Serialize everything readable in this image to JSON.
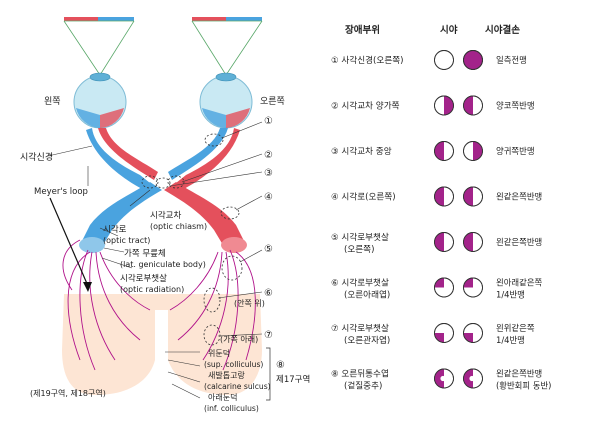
{
  "colors": {
    "left_path": "#4aa3df",
    "right_path": "#e4505c",
    "radiation": "#b0128a",
    "cortex": "#fde5d4",
    "blind": "#a3238a"
  },
  "left_diagram": {
    "eye_left_label": "왼쪽",
    "eye_right_label": "오른쪽",
    "optic_nerve": "시각신경",
    "meyers_loop": "Meyer's loop",
    "optic_tract_kr": "시각로",
    "optic_tract_en": "(optic tract)",
    "chiasm_kr": "시각교차",
    "chiasm_en": "(optic chiasm)",
    "lgb_kr": "가쪽 무릎체",
    "lgb_en": "(lat. geniculate body)",
    "radiation_kr": "시각로부챗살",
    "radiation_en": "(optic radiation)",
    "upper_bank": "(안쪽 위)",
    "lower_bank": "(가쪽 아래)",
    "cuneus_kr": "위둔덕",
    "cuneus_en": "(sup. colliculus)",
    "calcarine_kr": "새발톱고랑",
    "calcarine_en": "(calcarine sulcus)",
    "lingual_kr": "아래둔덕",
    "lingual_en": "(inf. colliculus)",
    "area17": "제17구역",
    "area17_num": "⑧",
    "area1918": "(제19구역, 제18구역)",
    "lesion_markers": [
      "①",
      "②",
      "③",
      "④",
      "⑤",
      "⑥",
      "⑦"
    ]
  },
  "table": {
    "header_site": "장애부위",
    "header_field": "시야",
    "header_defect": "시야결손",
    "rows": [
      {
        "site": "① 사각신경(오른쪽)",
        "site2": "",
        "left": "none",
        "right": "full",
        "defect": "일측전맹",
        "defect2": ""
      },
      {
        "site": "② 시각교차 양가쪽",
        "site2": "",
        "left": "right-half",
        "right": "left-half",
        "defect": "양코쪽반맹",
        "defect2": ""
      },
      {
        "site": "③ 시각교차 중앙",
        "site2": "",
        "left": "left-half",
        "right": "right-half",
        "defect": "양귀쪽반맹",
        "defect2": ""
      },
      {
        "site": "④ 시각로(오른쪽)",
        "site2": "",
        "left": "left-half",
        "right": "left-half",
        "defect": "왼같은쪽반맹",
        "defect2": ""
      },
      {
        "site": "⑤ 시각로부챗살",
        "site2": "(오른쪽)",
        "left": "left-half",
        "right": "left-half",
        "defect": "왼같은쪽반맹",
        "defect2": ""
      },
      {
        "site": "⑥ 시각로부챗살",
        "site2": "(오른아래엽)",
        "left": "upper-left",
        "right": "upper-left",
        "defect": "왼아래같은쪽",
        "defect2": "1/4반맹"
      },
      {
        "site": "⑦ 시각로부챗살",
        "site2": "(오른관자엽)",
        "left": "lower-left",
        "right": "lower-left",
        "defect": "왼위같은쪽",
        "defect2": "1/4반맹"
      },
      {
        "site": "⑧ 오른뒤통수엽",
        "site2": "(겉질중추)",
        "left": "left-half-sparing",
        "right": "left-half-sparing",
        "defect": "왼같은쪽반맹",
        "defect2": "(황반회피 동반)"
      }
    ]
  }
}
